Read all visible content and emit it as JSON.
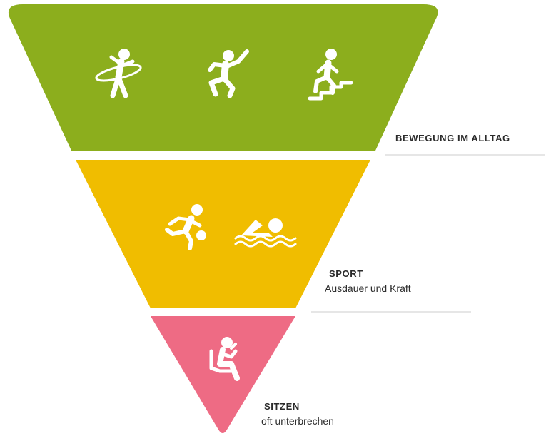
{
  "colors": {
    "alltag": "#8cae1d",
    "sport": "#f0bd00",
    "sitzen": "#ee6b84",
    "icon": "#ffffff",
    "divider": "#e6e6e6",
    "text": "#2b2b2b"
  },
  "tiers": {
    "alltag": {
      "title": "BEWEGUNG IM ALLTAG",
      "icons": [
        "hula-hoop-person-icon",
        "jumping-person-icon",
        "stair-climbing-person-icon"
      ]
    },
    "sport": {
      "title": "SPORT",
      "subtitle": "Ausdauer und Kraft",
      "icons": [
        "soccer-player-icon",
        "swimmer-icon"
      ]
    },
    "sitzen": {
      "title": "SITZEN",
      "subtitle": "oft unterbrechen",
      "icons": [
        "seated-person-icon"
      ]
    }
  }
}
